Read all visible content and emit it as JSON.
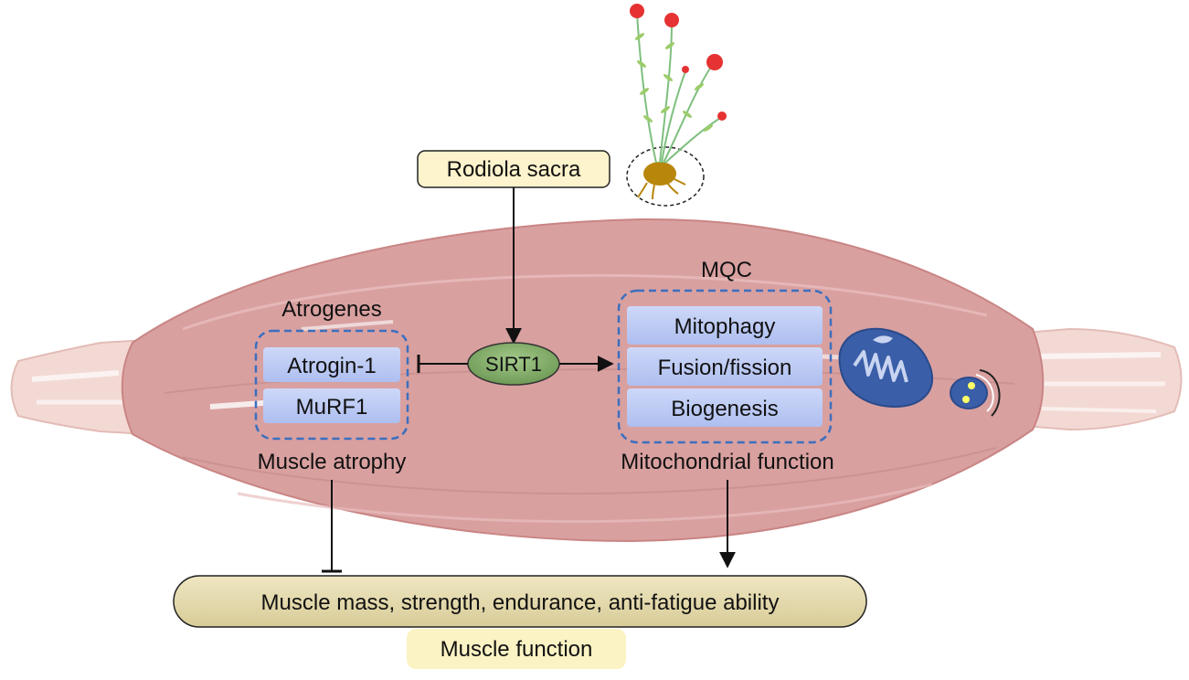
{
  "source": {
    "label": "Rodiola sacra"
  },
  "hub": {
    "label": "SIRT1"
  },
  "atrogenes": {
    "title": "Atrogenes",
    "items": [
      "Atrogin-1",
      "MuRF1"
    ],
    "outcome": "Muscle atrophy"
  },
  "mqc": {
    "title": "MQC",
    "items": [
      "Mitophagy",
      "Fusion/fission",
      "Biogenesis"
    ],
    "outcome": "Mitochondrial function"
  },
  "result": {
    "label": "Muscle mass, strength, endurance, anti-fatigue ability",
    "caption": "Muscle function"
  },
  "colors": {
    "muscle_belly": "#d9a0a0",
    "muscle_edge": "#c98584",
    "tendon": "#f3d9d4",
    "hub_fill": "#7fa766",
    "gene_box": "#b7c6f2",
    "dash_border": "#3b6fbf",
    "source_fill": "#fdf3cc",
    "result_fill": "#e4dab0",
    "caption_fill": "#fcf3c4",
    "mitochondrion": "#3a5ea8",
    "flower": "#e63232",
    "root": "#b8860b"
  },
  "icons": [
    "rodiola-plant-icon",
    "mitochondrion-icon",
    "mitophagy-icon"
  ]
}
